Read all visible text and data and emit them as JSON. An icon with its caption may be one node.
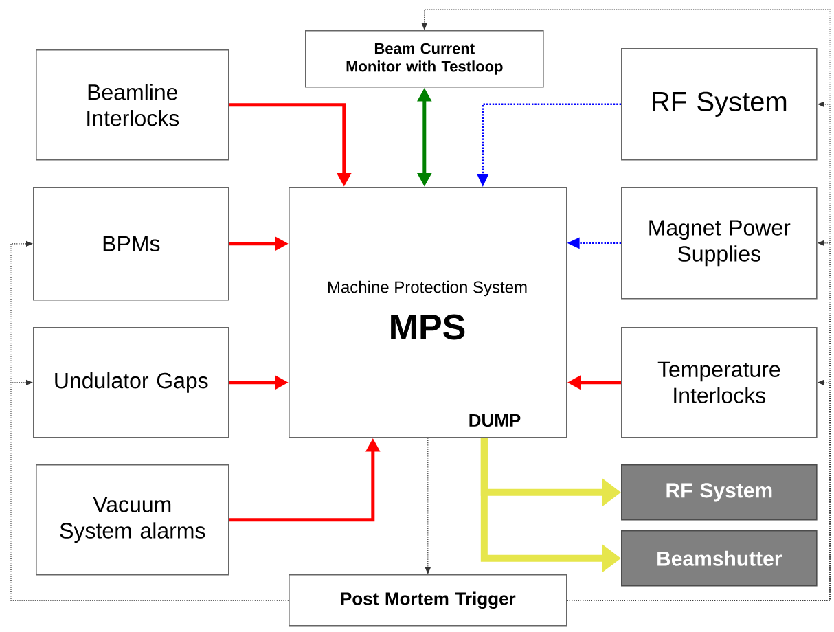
{
  "diagram": {
    "nodes": [
      {
        "text": [
          "Beam Current Monitor with Testloop"
        ]
      },
      {
        "text": [
          "Beamline Interlocks"
        ]
      },
      {
        "text": [
          "RF System"
        ]
      },
      {
        "text": [
          "BPMs"
        ]
      },
      {
        "text": [
          "Machine Protection System",
          "MPS",
          "DUMP"
        ]
      },
      {
        "text": [
          "Magnet Power Supplies"
        ]
      },
      {
        "text": [
          "Undulator Gaps"
        ]
      },
      {
        "text": [
          "Temperature Interlocks"
        ]
      },
      {
        "text": [
          "Vacuum System alarms"
        ]
      },
      {
        "text": [
          "RF System"
        ]
      },
      {
        "text": [
          "Beamshutter"
        ]
      },
      {
        "text": [
          "Post Mortem Trigger"
        ]
      }
    ],
    "edges": [
      {
        "from": 1,
        "to": 4,
        "arrow": "to",
        "color": "#ff0000"
      },
      {
        "from": 0,
        "to": 4,
        "arrow": "both",
        "color": "#008000"
      },
      {
        "from": 2,
        "to": 4,
        "arrow": "to",
        "style": "dashed",
        "color": "#0000ff"
      },
      {
        "from": 3,
        "to": 4,
        "arrow": "to",
        "color": "#ff0000"
      },
      {
        "from": 5,
        "to": 4,
        "arrow": "to",
        "style": "dashed",
        "color": "#0000ff"
      },
      {
        "from": 6,
        "to": 4,
        "arrow": "to",
        "color": "#ff0000"
      },
      {
        "from": 7,
        "to": 4,
        "arrow": "to",
        "color": "#ff0000"
      },
      {
        "from": 8,
        "to": 4,
        "arrow": "to",
        "color": "#ff0000"
      },
      {
        "from": 4,
        "to": 9,
        "arrow": "to",
        "style": "thick",
        "color": "#e6e64c"
      },
      {
        "from": 4,
        "to": 10,
        "arrow": "to",
        "style": "thick",
        "color": "#e6e64c"
      },
      {
        "from": 4,
        "to": 11,
        "arrow": "to",
        "style": "dashed"
      },
      {
        "from": 11,
        "to": 3,
        "arrow": "to",
        "style": "dashed"
      },
      {
        "from": 11,
        "to": 6,
        "arrow": "to",
        "style": "dashed"
      },
      {
        "from": 11,
        "to": 7,
        "arrow": "to",
        "style": "dashed"
      },
      {
        "from": 11,
        "to": 5,
        "arrow": "to",
        "style": "dashed"
      },
      {
        "from": 11,
        "to": 2,
        "arrow": "to",
        "style": "dashed"
      },
      {
        "from": 11,
        "to": 0,
        "arrow": "to",
        "style": "dashed"
      }
    ]
  }
}
